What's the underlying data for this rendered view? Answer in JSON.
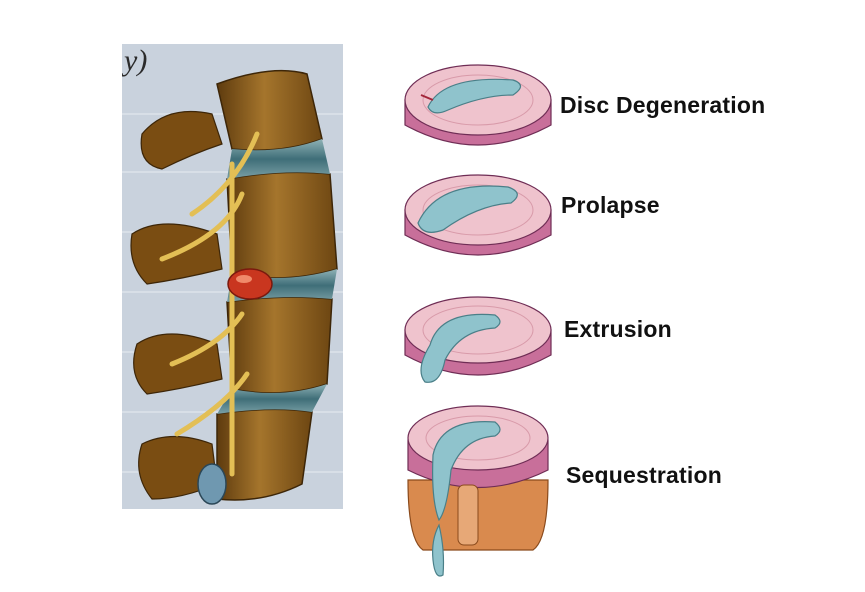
{
  "spine_figure": {
    "corner_text": "y)"
  },
  "stages": [
    {
      "id": "degeneration",
      "label": "Disc Degeneration"
    },
    {
      "id": "prolapse",
      "label": "Prolapse"
    },
    {
      "id": "extrusion",
      "label": "Extrusion"
    },
    {
      "id": "sequestration",
      "label": "Sequestration"
    }
  ],
  "colors": {
    "nucleus": "#8fc3cc",
    "annulus_top": "#efc3cd",
    "annulus_side": "#c86f9a",
    "vertebra": "#d98a4e",
    "bone": "#8a5a1c",
    "nerve": "#e9c766",
    "herniation": "#c9361f",
    "spine_disc": "#4f7e86"
  }
}
